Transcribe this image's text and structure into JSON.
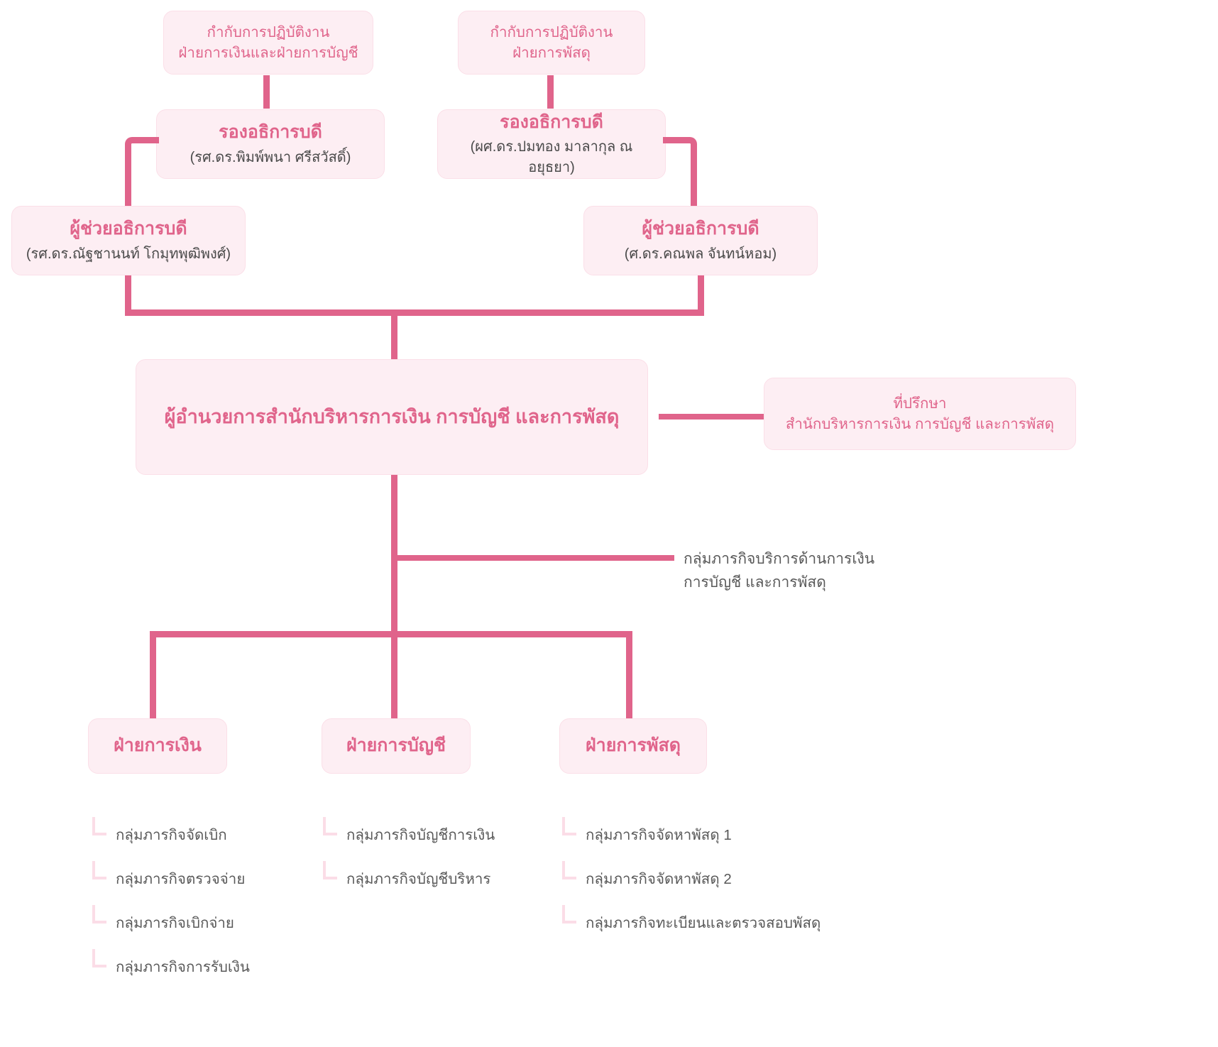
{
  "meta": {
    "accent": "#e0648b",
    "card_fill": "#fdeef3",
    "card_border": "#fbdfe8",
    "text_dark": "#4a4a4a",
    "connector_soft": "#fbdde7"
  },
  "supervision": [
    {
      "line1": "กำกับการปฏิบัติงาน",
      "line2": "ฝ่ายการเงินและฝ่ายการบัญชี"
    },
    {
      "line1": "กำกับการปฏิบัติงาน",
      "line2": "ฝ่ายการพัสดุ"
    }
  ],
  "vice_rectors": [
    {
      "title": "รองอธิการบดี",
      "name": "(รศ.ดร.พิมพ์พนา ศรีสวัสดิ์)"
    },
    {
      "title": "รองอธิการบดี",
      "name": "(ผศ.ดร.ปมทอง มาลากุล ณ อยุธยา)"
    }
  ],
  "assistant_rectors": [
    {
      "title": "ผู้ช่วยอธิการบดี",
      "name": "(รศ.ดร.ณัฐชานนท์ โกมุทพุฒิพงศ์)"
    },
    {
      "title": "ผู้ช่วยอธิการบดี",
      "name": "(ศ.ดร.คณพล จันทน์หอม)"
    }
  ],
  "director": {
    "title": "ผู้อำนวยการสำนักบริหารการเงิน การบัญชี และการพัสดุ"
  },
  "advisor": {
    "line1": "ที่ปรึกษา",
    "line2": "สำนักบริหารการเงิน การบัญชี และการพัสดุ"
  },
  "service_group": {
    "label": "กลุ่มภารกิจบริการด้านการเงิน\nการบัญชี และการพัสดุ"
  },
  "departments": [
    {
      "name": "ฝ่ายการเงิน",
      "tasks": [
        "กลุ่มภารกิจจัดเบิก",
        "กลุ่มภารกิจตรวจจ่าย",
        "กลุ่มภารกิจเบิกจ่าย",
        "กลุ่มภารกิจการรับเงิน"
      ]
    },
    {
      "name": "ฝ่ายการบัญชี",
      "tasks": [
        "กลุ่มภารกิจบัญชีการเงิน",
        "กลุ่มภารกิจบัญชีบริหาร"
      ]
    },
    {
      "name": "ฝ่ายการพัสดุ",
      "tasks": [
        "กลุ่มภารกิจจัดหาพัสดุ 1",
        "กลุ่มภารกิจจัดหาพัสดุ 2",
        "กลุ่มภารกิจทะเบียนและตรวจสอบพัสดุ"
      ]
    }
  ]
}
